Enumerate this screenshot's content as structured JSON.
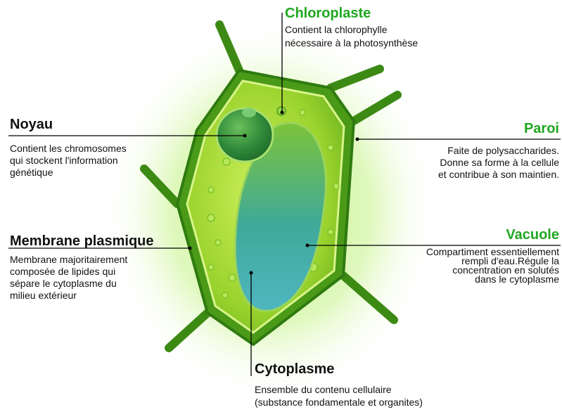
{
  "colors": {
    "green_title": "#1fa71f",
    "wall": "#3d8a12",
    "cytoplasm": "#8fd12a",
    "vacuole": "#3fa9a0",
    "nucleus": "#2e7d3a"
  },
  "labels": {
    "chloroplaste": {
      "title": "Chloroplaste",
      "lines": [
        "Contient la chlorophylle",
        "nécessaire à la photosynthèse"
      ]
    },
    "noyau": {
      "title": "Noyau",
      "lines": [
        "Contient les chromosomes",
        "qui stockent l'information",
        "génétique"
      ]
    },
    "paroi": {
      "title": "Paroi",
      "lines": [
        "Faite de polysaccharides.",
        "Donne sa forme à la cellule",
        "et contribue à son maintien."
      ]
    },
    "membrane": {
      "title": "Membrane plasmique",
      "lines": [
        "Membrane majoritairement",
        "composée de lipides qui",
        "sépare le cytoplasme du",
        "milieu extérieur"
      ]
    },
    "vacuole": {
      "title": "Vacuole",
      "lines": [
        "Compartiment essentiellement",
        "rempli d'eau.Régule la",
        "concentration en solutés",
        "dans le cytoplasme"
      ]
    },
    "cytoplasme": {
      "title": "Cytoplasme",
      "lines": [
        "Ensemble du contenu cellulaire",
        "(substance fondamentale et organites)"
      ]
    }
  }
}
